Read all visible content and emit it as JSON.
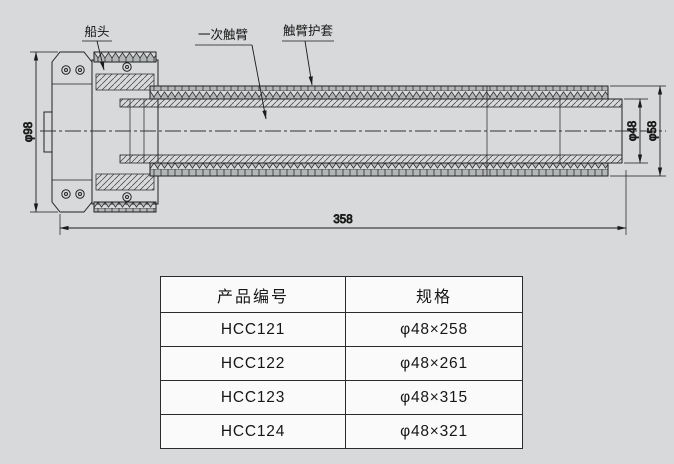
{
  "drawing": {
    "callouts": {
      "boat_head": "船头",
      "primary_contact_arm": "一次触臂",
      "sheath": "触臂护套"
    },
    "dimensions": {
      "flange_diameter": "φ98",
      "tube_diameter": "φ48",
      "sheath_diameter": "φ58",
      "length": "358"
    }
  },
  "table": {
    "headers": [
      "产品编号",
      "规格"
    ],
    "rows": [
      [
        "HCC121",
        "φ48×258"
      ],
      [
        "HCC122",
        "φ48×261"
      ],
      [
        "HCC123",
        "φ48×315"
      ],
      [
        "HCC124",
        "φ48×321"
      ]
    ]
  },
  "colors": {
    "background": "#d7d9da",
    "line": "#222222",
    "table_background": "#fafafa"
  }
}
